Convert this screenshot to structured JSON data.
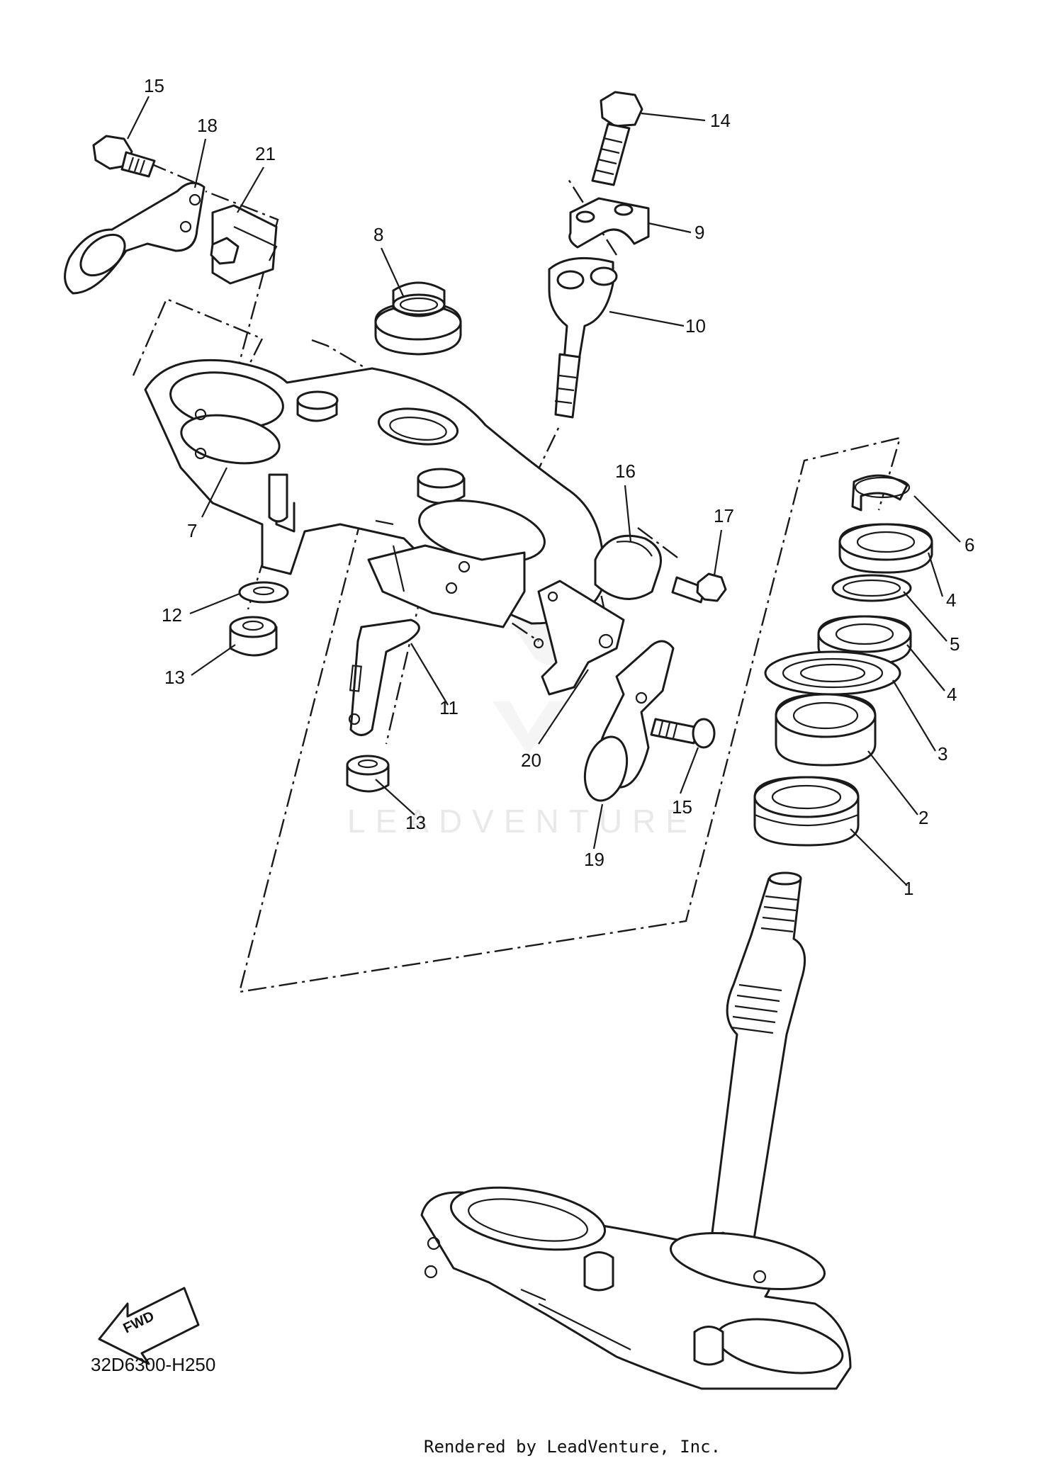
{
  "diagram": {
    "code": "32D6300-H250",
    "credit": "Rendered by LeadVenture, Inc.",
    "watermark": "LEADVENTURE",
    "fwd_label": "FWD",
    "callouts": [
      "1",
      "2",
      "3",
      "4",
      "4",
      "5",
      "6",
      "7",
      "8",
      "9",
      "10",
      "11",
      "12",
      "13",
      "13",
      "14",
      "15",
      "15",
      "16",
      "17",
      "18",
      "19",
      "20",
      "21"
    ]
  }
}
